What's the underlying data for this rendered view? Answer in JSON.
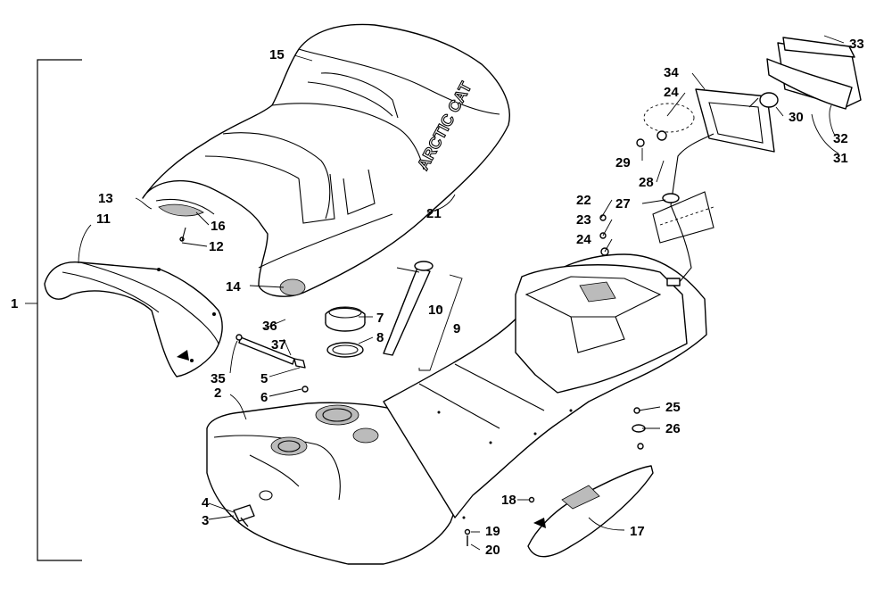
{
  "diagram": {
    "callouts": {
      "c1": "1",
      "c2": "2",
      "c3": "3",
      "c4": "4",
      "c5": "5",
      "c6": "6",
      "c7": "7",
      "c8": "8",
      "c9": "9",
      "c10": "10",
      "c11": "11",
      "c12": "12",
      "c13": "13",
      "c14": "14",
      "c15": "15",
      "c16": "16",
      "c17": "17",
      "c18": "18",
      "c19": "19",
      "c20": "20",
      "c21": "21",
      "c22": "22",
      "c23": "23",
      "c24a": "24",
      "c24b": "24",
      "c25": "25",
      "c26": "26",
      "c27": "27",
      "c28": "28",
      "c29": "29",
      "c30": "30",
      "c31": "31",
      "c32": "32",
      "c33": "33",
      "c34": "34",
      "c35": "35",
      "c36": "36",
      "c37": "37"
    },
    "seal_text": "ARCTIC CAT"
  }
}
